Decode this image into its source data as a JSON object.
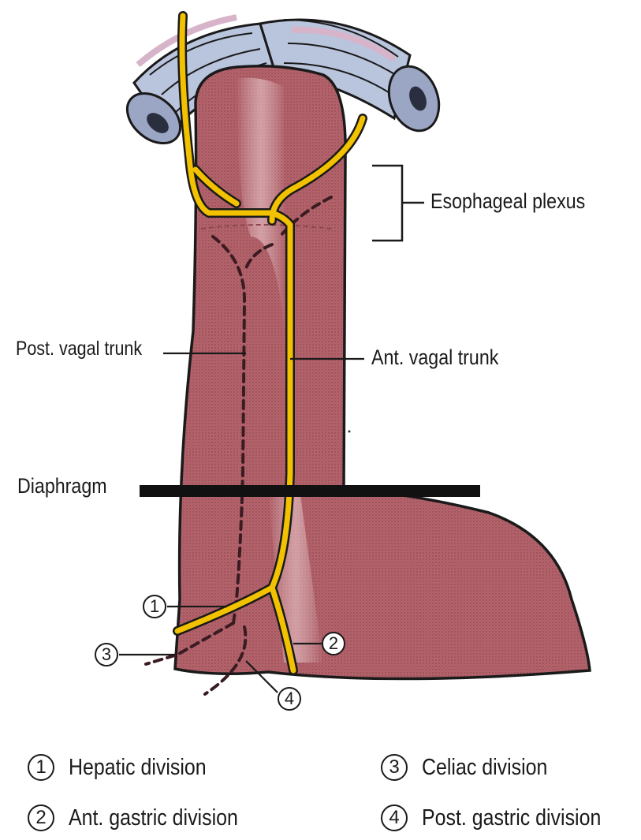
{
  "labels": {
    "esophageal_plexus": "Esophageal plexus",
    "post_vagal_trunk": "Post. vagal trunk",
    "ant_vagal_trunk": "Ant. vagal trunk",
    "diaphragm": "Diaphragm"
  },
  "markers": {
    "m1": "1",
    "m2": "2",
    "m3": "3",
    "m4": "4"
  },
  "legend": [
    {
      "num": "1",
      "text": "Hepatic division"
    },
    {
      "num": "2",
      "text": "Ant. gastric division"
    },
    {
      "num": "3",
      "text": "Celiac division"
    },
    {
      "num": "4",
      "text": "Post. gastric division"
    }
  ],
  "colors": {
    "esophagus": "#b5646c",
    "nerve": "#f2c200",
    "bronchus_ring": "#b9c4dd",
    "bronchus_pink": "#d7b4c9",
    "outline": "#1a1a1a"
  }
}
